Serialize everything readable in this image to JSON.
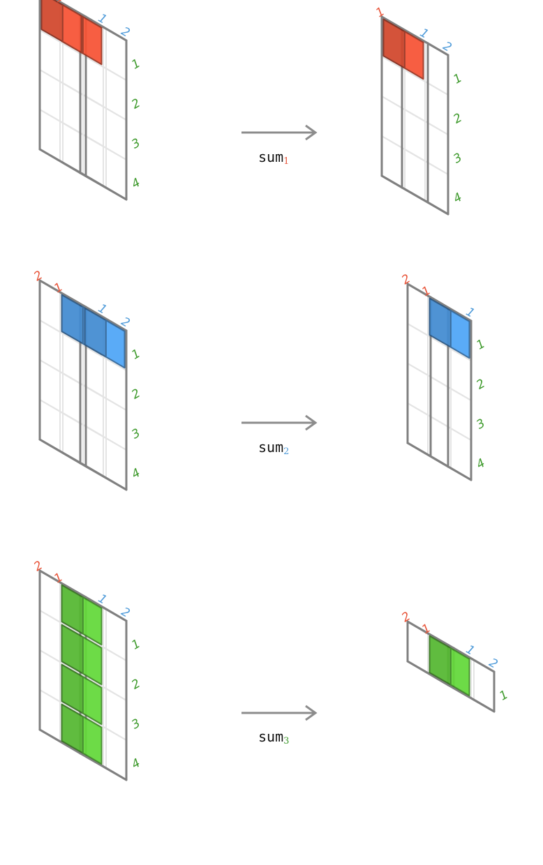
{
  "colors": {
    "axis1": "#e8553a",
    "axis2": "#4f9bd9",
    "axis3": "#3e9a2c",
    "red": "#ff5536",
    "blue": "#50aaff",
    "green": "#66e03c",
    "frame": "#808080",
    "arrow": "#8c8c8c"
  },
  "axis_labels": {
    "a1": [
      "1",
      "2"
    ],
    "a2": [
      "1",
      "2"
    ],
    "a3": [
      "1",
      "2",
      "3",
      "4"
    ]
  },
  "rows": [
    {
      "color": "red",
      "operation": {
        "text": "sum",
        "subscript": "1"
      },
      "input": {
        "shape": [
          2,
          2,
          4
        ],
        "filled": [
          [
            0,
            0,
            0
          ],
          [
            1,
            0,
            0
          ]
        ]
      },
      "output": {
        "shape": [
          1,
          2,
          4
        ],
        "filled": [
          [
            0,
            0,
            0
          ]
        ]
      }
    },
    {
      "color": "blue",
      "operation": {
        "text": "sum",
        "subscript": "2"
      },
      "input": {
        "shape": [
          2,
          2,
          4
        ],
        "filled": [
          [
            0,
            0,
            0
          ],
          [
            0,
            1,
            0
          ]
        ]
      },
      "output": {
        "shape": [
          2,
          1,
          4
        ],
        "filled": [
          [
            0,
            0,
            0
          ]
        ]
      }
    },
    {
      "color": "green",
      "operation": {
        "text": "sum",
        "subscript": "3"
      },
      "input": {
        "shape": [
          2,
          2,
          4
        ],
        "filled": [
          [
            0,
            0,
            0
          ],
          [
            0,
            0,
            1
          ],
          [
            0,
            0,
            2
          ],
          [
            0,
            0,
            3
          ]
        ]
      },
      "output": {
        "shape": [
          2,
          2,
          1
        ],
        "filled": [
          [
            0,
            0,
            0
          ]
        ]
      }
    }
  ]
}
